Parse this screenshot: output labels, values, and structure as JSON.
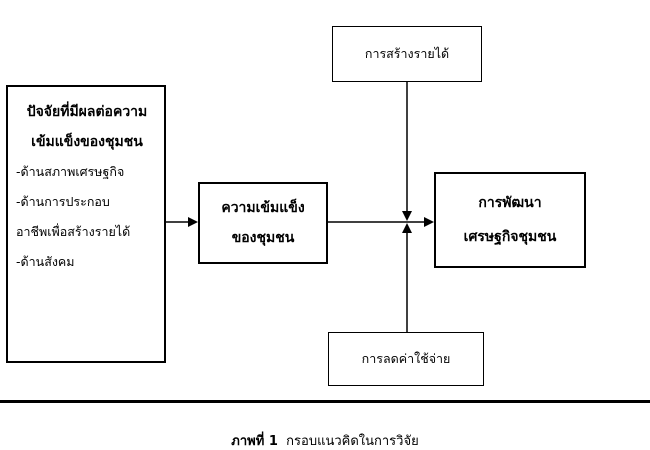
{
  "diagram": {
    "factors_box": {
      "title_line1": "ปัจจัยที่มีผลต่อความ",
      "title_line2": "เข้มแข็งของชุมชน",
      "items": [
        "-ด้านสภาพเศรษฐกิจ",
        "-ด้านการประกอบ",
        "อาชีพเพื่อสร้างรายได้",
        "-ด้านสังคม"
      ]
    },
    "strength_box": {
      "line1": "ความเข้มแข็ง",
      "line2": "ของชุมชน"
    },
    "development_box": {
      "line1": "การพัฒนา",
      "line2": "เศรษฐกิจชุมชน"
    },
    "income_box": {
      "label": "การสร้างรายได้"
    },
    "cost_box": {
      "label": "การลดค่าใช้จ่าย"
    }
  },
  "caption": {
    "label": "ภาพที่ 1",
    "text": "กรอบแนวคิดในการวิจัย"
  }
}
